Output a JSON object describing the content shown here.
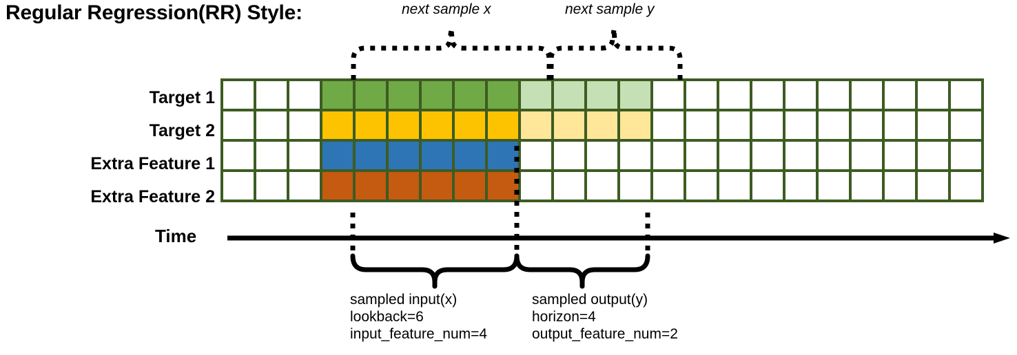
{
  "title": "Regular Regression(RR) Style:",
  "colors": {
    "grid_border": "#3D5C22",
    "target1_active": "#6FAA46",
    "target1_faded": "#C5E0B4",
    "target2_active": "#FDC300",
    "target2_faded": "#FFE699",
    "feature1_active": "#2E75B6",
    "feature2_active": "#C55A11",
    "empty": "#FFFFFF",
    "line": "#000000"
  },
  "rows": [
    {
      "label": "Target 1",
      "cells": [
        "empty",
        "empty",
        "empty",
        "target1_active",
        "target1_active",
        "target1_active",
        "target1_active",
        "target1_active",
        "target1_active",
        "target1_faded",
        "target1_faded",
        "target1_faded",
        "target1_faded",
        "empty",
        "empty",
        "empty",
        "empty",
        "empty",
        "empty",
        "empty",
        "empty",
        "empty",
        "empty"
      ]
    },
    {
      "label": "Target 2",
      "cells": [
        "empty",
        "empty",
        "empty",
        "target2_active",
        "target2_active",
        "target2_active",
        "target2_active",
        "target2_active",
        "target2_active",
        "target2_faded",
        "target2_faded",
        "target2_faded",
        "target2_faded",
        "empty",
        "empty",
        "empty",
        "empty",
        "empty",
        "empty",
        "empty",
        "empty",
        "empty",
        "empty"
      ]
    },
    {
      "label": "Extra Feature 1",
      "cells": [
        "empty",
        "empty",
        "empty",
        "feature1_active",
        "feature1_active",
        "feature1_active",
        "feature1_active",
        "feature1_active",
        "feature1_active",
        "empty",
        "empty",
        "empty",
        "empty",
        "empty",
        "empty",
        "empty",
        "empty",
        "empty",
        "empty",
        "empty",
        "empty",
        "empty",
        "empty"
      ]
    },
    {
      "label": "Extra Feature 2",
      "cells": [
        "empty",
        "empty",
        "empty",
        "feature2_active",
        "feature2_active",
        "feature2_active",
        "feature2_active",
        "feature2_active",
        "feature2_active",
        "empty",
        "empty",
        "empty",
        "empty",
        "empty",
        "empty",
        "empty",
        "empty",
        "empty",
        "empty",
        "empty",
        "empty",
        "empty",
        "empty"
      ]
    }
  ],
  "axis": {
    "label": "Time"
  },
  "top_braces": [
    {
      "label": "next sample x"
    },
    {
      "label": "next sample y"
    }
  ],
  "bottom_annotations": [
    {
      "name": "sampled input(x)",
      "line2": "lookback=6",
      "line3": "input_feature_num=4"
    },
    {
      "name": "sampled output(y)",
      "line2": "horizon=4",
      "line3": "output_feature_num=2"
    }
  ]
}
